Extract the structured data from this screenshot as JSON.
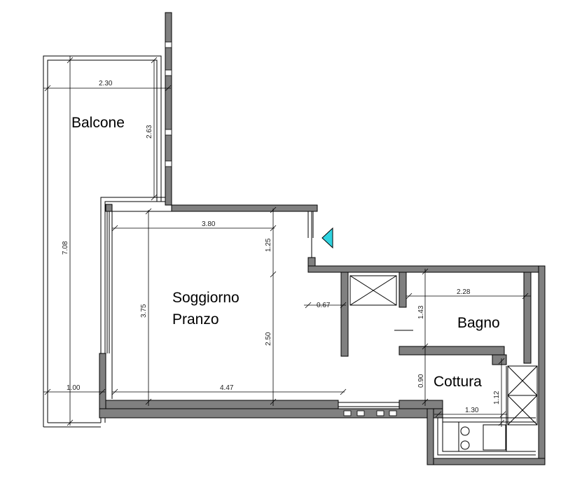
{
  "rooms": {
    "balcone": "Balcone",
    "soggiorno_line1": "Soggiorno",
    "soggiorno_line2": "Pranzo",
    "bagno": "Bagno",
    "cottura": "Cottura"
  },
  "dimensions": {
    "balcone_width": "2.30",
    "balcone_height": "2.63",
    "balcone_total": "7.08",
    "balcone_lower": "1.00",
    "soggiorno_width_top": "3.80",
    "soggiorno_width_bottom": "4.47",
    "soggiorno_height": "3.75",
    "upper_segment": "1.25",
    "lower_segment": "2.50",
    "niche": "0.67",
    "bagno_width": "2.28",
    "bagno_height": "1.43",
    "cottura_gap": "0.90",
    "cottura_height": "1.12",
    "cottura_width": "1.30"
  },
  "colors": {
    "wall": "#808080",
    "marker": "#2fd3e0"
  }
}
